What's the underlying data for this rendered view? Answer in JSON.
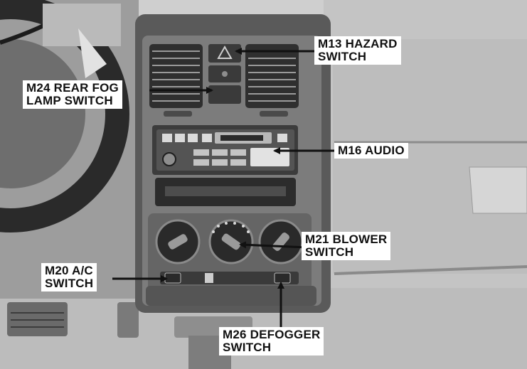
{
  "callouts": {
    "hazard": {
      "line1": "M13 HAZARD",
      "line2": "SWITCH"
    },
    "rear_fog": {
      "line1": "M24 REAR FOG",
      "line2": "LAMP SWITCH"
    },
    "audio": {
      "text": "M16 AUDIO"
    },
    "blower": {
      "line1": "M21 BLOWER",
      "line2": "SWITCH"
    },
    "ac": {
      "line1": "M20 A/C",
      "line2": "SWITCH"
    },
    "defogger": {
      "line1": "M26 DEFOGGER",
      "line2": "SWITCH"
    }
  },
  "colors": {
    "label_bg": "#ffffff",
    "label_text": "#111111",
    "arrow": "#111111"
  }
}
